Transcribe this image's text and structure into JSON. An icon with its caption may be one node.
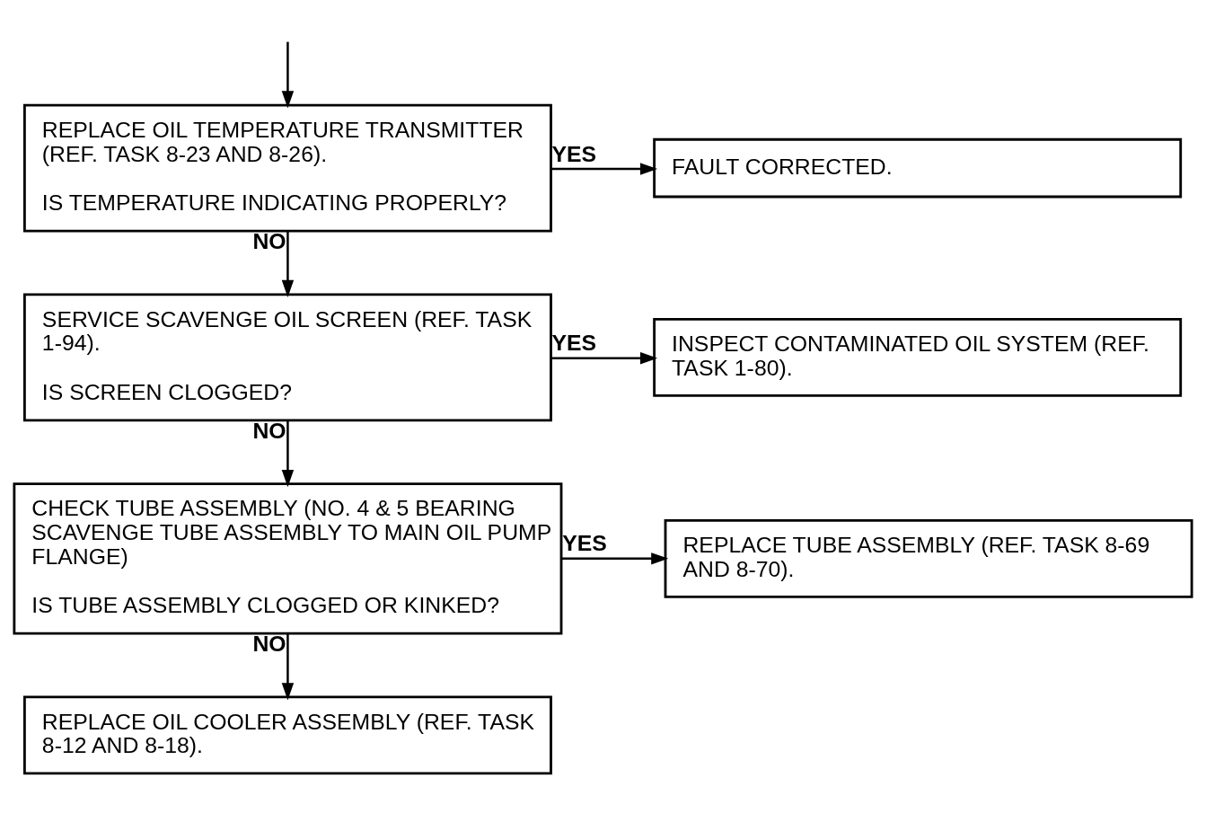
{
  "diagram": {
    "nodes": [
      {
        "text": [
          "REPLACE OIL TEMPERATURE TRANSMITTER (REF. TASK 8-23 AND 8-26).",
          "IS TEMPERATURE INDICATING PROPERLY?"
        ]
      },
      {
        "text": [
          "FAULT CORRECTED."
        ]
      },
      {
        "text": [
          "SERVICE SCAVENGE OIL SCREEN (REF. TASK 1-94).",
          "IS SCREEN CLOGGED?"
        ]
      },
      {
        "text": [
          "INSPECT CONTAMINATED OIL SYSTEM (REF. TASK 1-80)."
        ]
      },
      {
        "text": [
          "CHECK TUBE ASSEMBLY (NO. 4 & 5 BEARING SCAVENGE TUBE ASSEMBLY TO MAIN OIL PUMP FLANGE)",
          "IS TUBE ASSEMBLY CLOGGED OR KINKED?"
        ]
      },
      {
        "text": [
          "REPLACE TUBE ASSEMBLY (REF. TASK 8-69 AND 8-70)."
        ]
      },
      {
        "text": [
          "REPLACE OIL COOLER ASSEMBLY (REF. TASK 8-12 AND 8-18)."
        ]
      }
    ],
    "edges": [
      {
        "from": null,
        "to": 0,
        "arrow": "to"
      },
      {
        "from": 0,
        "to": 1,
        "arrow": "to",
        "label": "YES"
      },
      {
        "from": 0,
        "to": 2,
        "arrow": "to",
        "label": "NO"
      },
      {
        "from": 2,
        "to": 3,
        "arrow": "to",
        "label": "YES"
      },
      {
        "from": 2,
        "to": 4,
        "arrow": "to",
        "label": "NO"
      },
      {
        "from": 4,
        "to": 5,
        "arrow": "to",
        "label": "YES"
      },
      {
        "from": 4,
        "to": 6,
        "arrow": "to",
        "label": "NO"
      }
    ]
  }
}
